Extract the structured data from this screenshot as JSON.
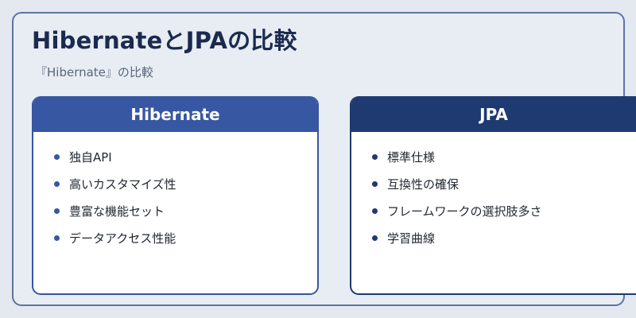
{
  "title": "HibernateとJPAの比較",
  "subtitle": "『Hibernate』の比較",
  "cards": [
    {
      "header": "Hibernate",
      "items": [
        "独自API",
        "高いカスタマイズ性",
        "豊富な機能セット",
        "データアクセス性能"
      ]
    },
    {
      "header": "JPA",
      "items": [
        "標準仕様",
        "互換性の確保",
        "フレームワークの選択肢多さ",
        "学習曲線"
      ]
    }
  ],
  "colors": {
    "left_header": "#3757a3",
    "right_header": "#1f3a71",
    "title": "#1b2a4e",
    "background": "#e4e9f0"
  }
}
